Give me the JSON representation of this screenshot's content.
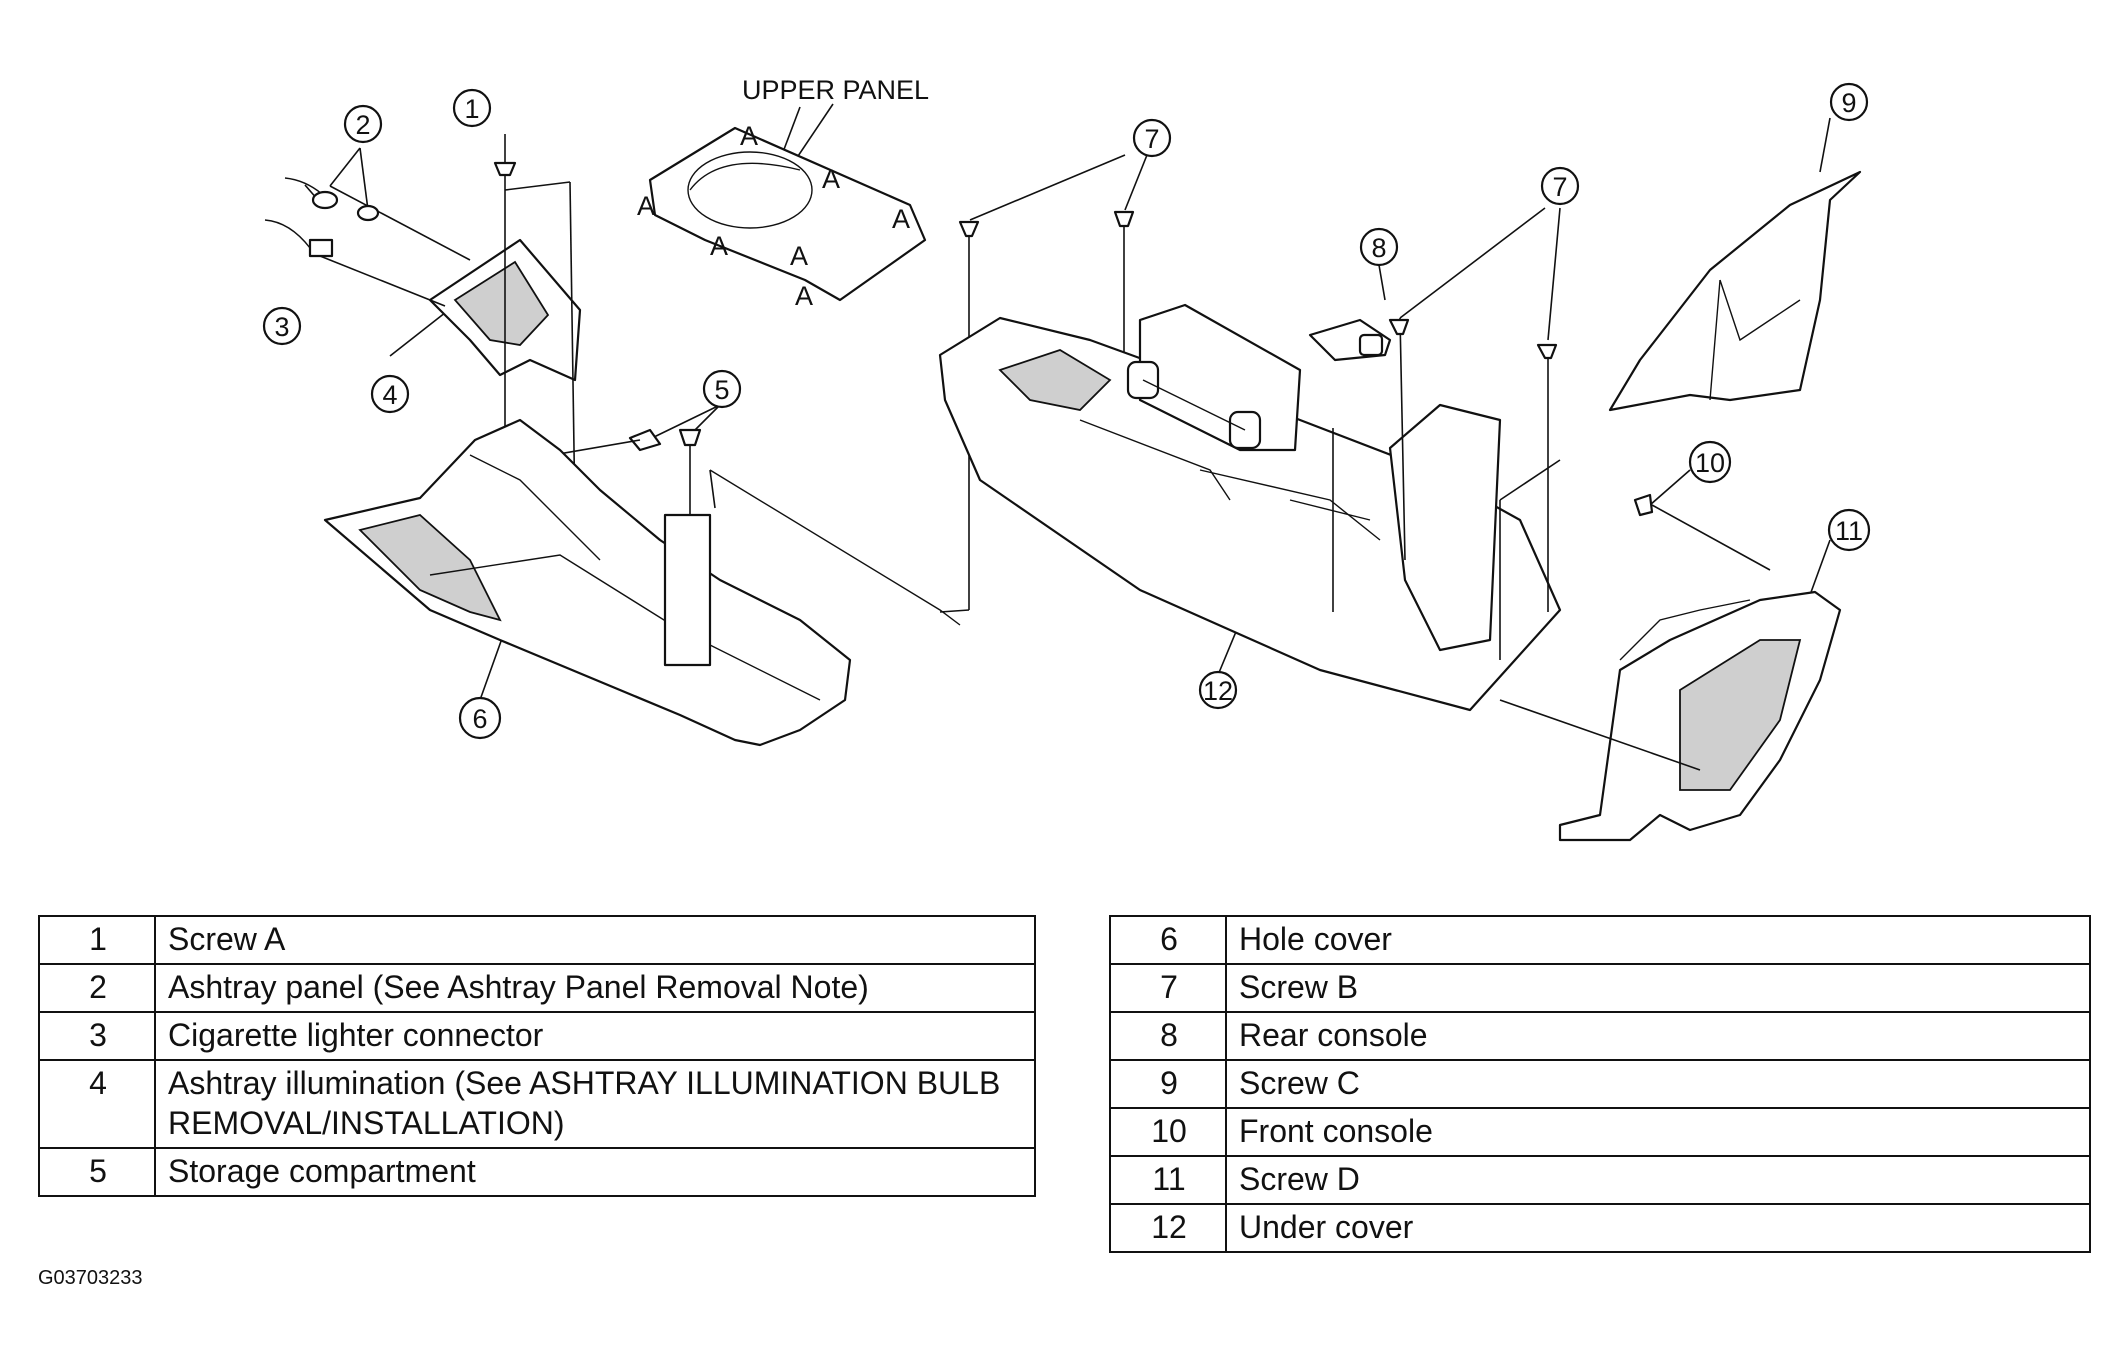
{
  "diagram": {
    "upper_panel_label": "UPPER PANEL",
    "anchor_letter": "A",
    "callouts": [
      "1",
      "2",
      "3",
      "4",
      "5",
      "6",
      "7",
      "7",
      "8",
      "9",
      "10",
      "11",
      "12"
    ]
  },
  "legend_left": [
    {
      "num": "1",
      "desc": "Screw A"
    },
    {
      "num": "2",
      "desc": "Ashtray panel (See Ashtray Panel Removal Note)"
    },
    {
      "num": "3",
      "desc": "Cigarette lighter connector"
    },
    {
      "num": "4",
      "desc": "Ashtray illumination (See ASHTRAY ILLUMINATION BULB REMOVAL/INSTALLATION)"
    },
    {
      "num": "5",
      "desc": "Storage compartment"
    }
  ],
  "legend_right": [
    {
      "num": "6",
      "desc": "Hole cover"
    },
    {
      "num": "7",
      "desc": "Screw B"
    },
    {
      "num": "8",
      "desc": "Rear console"
    },
    {
      "num": "9",
      "desc": "Screw C"
    },
    {
      "num": "10",
      "desc": "Front console"
    },
    {
      "num": "11",
      "desc": "Screw D"
    },
    {
      "num": "12",
      "desc": "Under cover"
    }
  ],
  "figure_code": "G03703233"
}
